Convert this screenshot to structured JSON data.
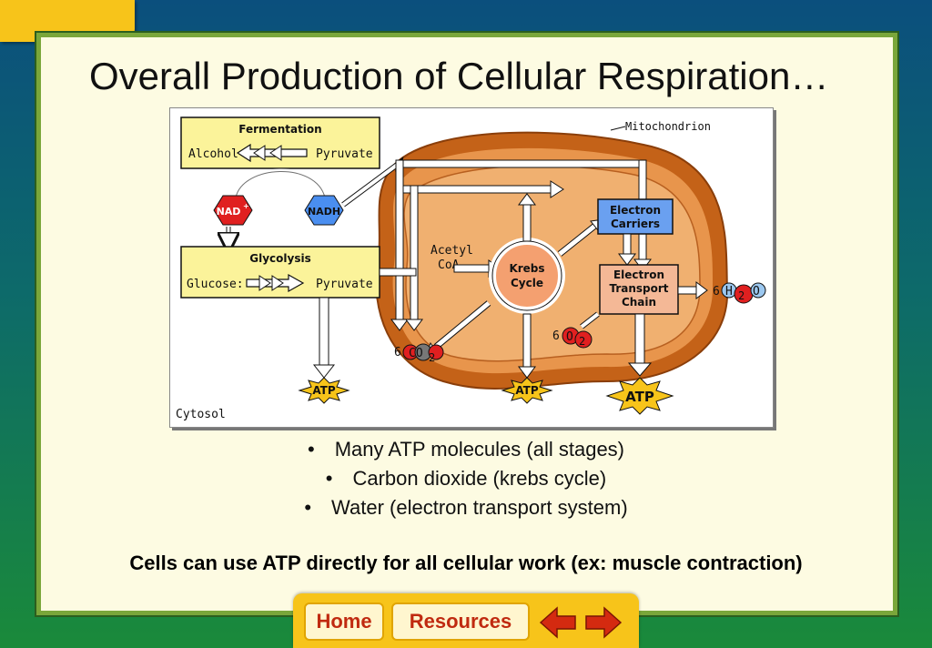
{
  "slide": {
    "title": "Overall Production of Cellular Respiration…",
    "bullets": [
      "Many ATP molecules (all stages)",
      "Carbon dioxide (krebs cycle)",
      "Water (electron transport system)"
    ],
    "bullet_symbol": "•",
    "note": "Cells can use ATP directly for all cellular work (ex: muscle contraction)"
  },
  "diagram": {
    "fermentation": "Fermentation",
    "alcohol": "Alcohol",
    "pyruvate_top": "Pyruvate",
    "nad": "NAD",
    "nad_sup": "+",
    "nadh": "NADH",
    "glycolysis": "Glycolysis",
    "glucose": "Glucose:",
    "pyruvate_bottom": "Pyruvate",
    "mitochondrion": "Mitochondrion",
    "acetyl": "Acetyl",
    "coa": "CoA",
    "krebs_1": "Krebs",
    "krebs_2": "Cycle",
    "electron_carriers_1": "Electron",
    "electron_carriers_2": "Carriers",
    "etc_1": "Electron",
    "etc_2": "Transport",
    "etc_3": "Chain",
    "h2o_coef": "6",
    "h2o_h": "H",
    "h2o_sub": "2",
    "h2o_o": "O",
    "o2_coef": "6",
    "o2_o": "O",
    "o2_sub": "2",
    "co2_coef": "6",
    "co2_c": "CO",
    "co2_sub": "2",
    "atp_1": "ATP",
    "atp_2": "ATP",
    "atp_3": "ATP",
    "cytosol": "Cytosol"
  },
  "nav": {
    "home": "Home",
    "resources": "Resources"
  },
  "colors": {
    "accent_yellow": "#f7c41a",
    "slide_bg": "#fdfbe2",
    "mito_outer": "#e07a2a",
    "mito_inner": "#e8a860",
    "nav_arrow": "#d42a10"
  }
}
